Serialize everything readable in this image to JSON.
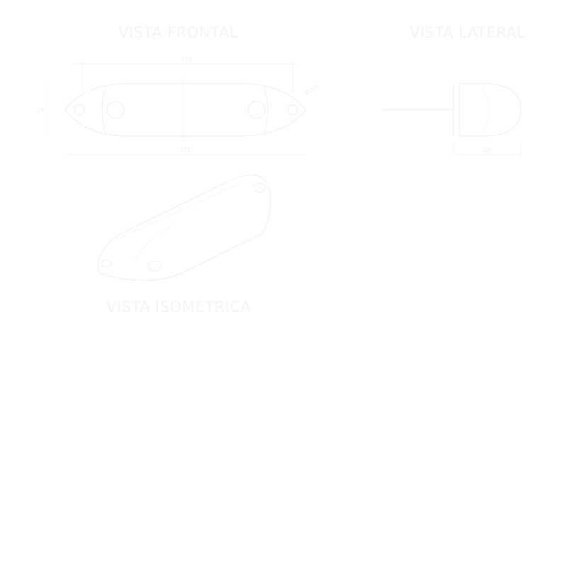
{
  "views": {
    "front_title": "VISTA FRONTAL",
    "side_title": "VISTA LATERAL",
    "iso_title": "VISTA ISOMÉTRICA"
  },
  "dimensions": {
    "front_top": "114",
    "front_bottom": "113",
    "front_left": "28",
    "front_hole": "Ø 5.0",
    "side_depth": "23"
  },
  "colors": {
    "background": "#ffffff",
    "line": "#f1f1f1",
    "text": "#f4f4f4"
  }
}
